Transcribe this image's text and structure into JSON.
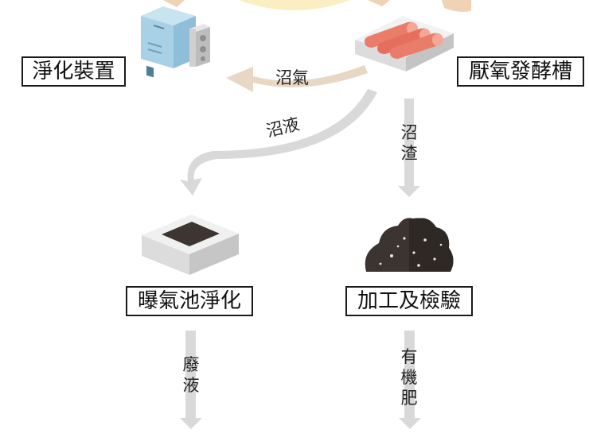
{
  "boxes": {
    "purifier": "淨化裝置",
    "digester": "厭氧發酵槽",
    "aeration_pond": "曝氣池淨化",
    "processing": "加工及檢驗"
  },
  "flows": {
    "biogas": "沼氣",
    "digestate_liquid": "沼液",
    "digestate_solid": "沼渣",
    "waste_liquid": "廢液",
    "organic_fertilizer": "有機肥"
  },
  "colors": {
    "biogas_arrow": "#e8d7c4",
    "liquid_arrow": "#d9d9d9",
    "sun_glow": "#fbeec2",
    "top_arrow_orange": "#f0d2b4",
    "purifier_body": "#a9d1e6",
    "pipe": "#ea7c6a",
    "compost": "#3b3430",
    "outline": "#1a1a1a"
  }
}
